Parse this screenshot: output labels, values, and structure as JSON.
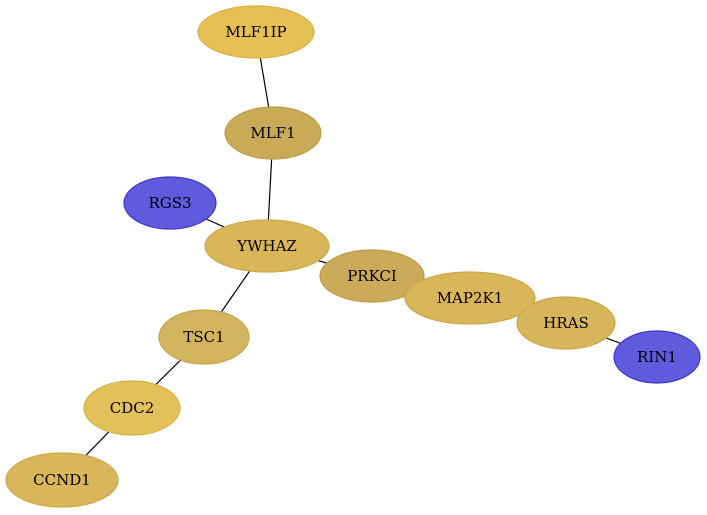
{
  "nodes": [
    {
      "id": "MLF1IP",
      "label": "MLF1IP",
      "color": "#e6c055",
      "stroke": "#d8b040"
    },
    {
      "id": "MLF1",
      "label": "MLF1",
      "color": "#c9aa56",
      "stroke": "#bb9c45"
    },
    {
      "id": "RGS3",
      "label": "RGS3",
      "color": "#5f5bdc",
      "stroke": "#3a35c6"
    },
    {
      "id": "YWHAZ",
      "label": "YWHAZ",
      "color": "#d9b65a",
      "stroke": "#caa746"
    },
    {
      "id": "PRKCI",
      "label": "PRKCI",
      "color": "#cbab59",
      "stroke": "#bb9b46"
    },
    {
      "id": "MAP2K1",
      "label": "MAP2K1",
      "color": "#d9b65a",
      "stroke": "#caa746"
    },
    {
      "id": "HRAS",
      "label": "HRAS",
      "color": "#d7b55a",
      "stroke": "#c8a646"
    },
    {
      "id": "RIN1",
      "label": "RIN1",
      "color": "#5f5bdc",
      "stroke": "#3a35c6"
    },
    {
      "id": "TSC1",
      "label": "TSC1",
      "color": "#d3b45e",
      "stroke": "#c4a54a"
    },
    {
      "id": "CDC2",
      "label": "CDC2",
      "color": "#e3c15a",
      "stroke": "#d5b246"
    },
    {
      "id": "CCND1",
      "label": "CCND1",
      "color": "#d9b65a",
      "stroke": "#caa746"
    }
  ],
  "edges": [
    {
      "source": "MLF1IP",
      "target": "MLF1"
    },
    {
      "source": "MLF1",
      "target": "YWHAZ"
    },
    {
      "source": "RGS3",
      "target": "YWHAZ"
    },
    {
      "source": "YWHAZ",
      "target": "PRKCI"
    },
    {
      "source": "YWHAZ",
      "target": "TSC1"
    },
    {
      "source": "PRKCI",
      "target": "MAP2K1"
    },
    {
      "source": "MAP2K1",
      "target": "HRAS"
    },
    {
      "source": "HRAS",
      "target": "RIN1"
    },
    {
      "source": "TSC1",
      "target": "CDC2"
    },
    {
      "source": "CDC2",
      "target": "CCND1"
    }
  ]
}
